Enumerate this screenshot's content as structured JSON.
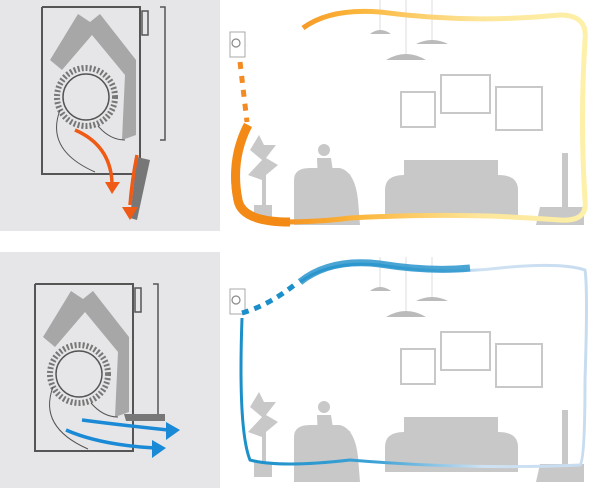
{
  "colors": {
    "panel_bg": "#e6e6e8",
    "outline": "#555555",
    "furniture": "#c8c8c8",
    "warm_start": "#f07a10",
    "warm_end": "#fbe79a",
    "cool_start": "#1b8fc9",
    "cool_end": "#cfe2f3",
    "arrow_orange": "#ef5a14",
    "arrow_blue": "#1a8ad6"
  },
  "modes": [
    {
      "id": "heating",
      "airflow": "downward"
    },
    {
      "id": "cooling",
      "airflow": "horizontal"
    }
  ]
}
